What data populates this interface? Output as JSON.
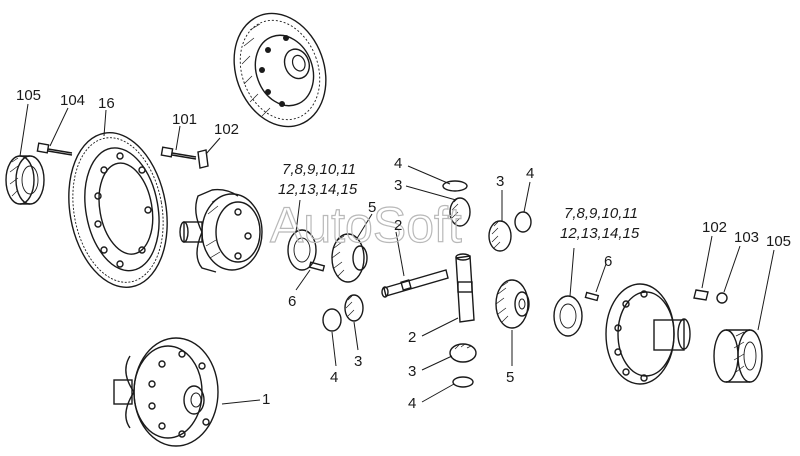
{
  "watermark": "AutoSoft",
  "callouts": {
    "c105_left": "105",
    "c104": "104",
    "c16": "16",
    "c101": "101",
    "c102_left": "102",
    "c_group_left_1": "7,8,9,10,11",
    "c_group_left_2": "12,13,14,15",
    "c5_upper": "5",
    "c6_left": "6",
    "c4_mid_left": "4",
    "c3_mid_left": "3",
    "c2_upper": "2",
    "c4_top": "4",
    "c3_top": "3",
    "c3_right_top": "3",
    "c4_right_top": "4",
    "c_group_right_1": "7,8,9,10,11",
    "c_group_right_2": "12,13,14,15",
    "c6_right": "6",
    "c2_lower": "2",
    "c3_lower": "3",
    "c4_lower": "4",
    "c5_lower": "5",
    "c102_right": "102",
    "c103": "103",
    "c105_right": "105",
    "c1": "1"
  },
  "colors": {
    "ink": "#1a1a1a",
    "watermark": "#b9b9b9",
    "background": "#ffffff"
  }
}
